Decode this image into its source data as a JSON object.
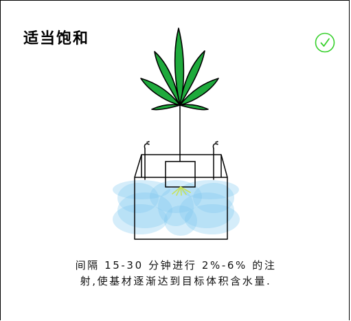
{
  "card": {
    "title": "适当饱和",
    "status_icon": "check-circle-icon",
    "colors": {
      "check": "#35d02a",
      "leaf": "#1faa3c",
      "water": "#7cc8f0",
      "roots": "#d6ea6a"
    },
    "caption_line1": "间隔 15-30 分钟进行 2%-6% 的注",
    "caption_line2": "射,使基材逐渐达到目标体积含水量."
  }
}
